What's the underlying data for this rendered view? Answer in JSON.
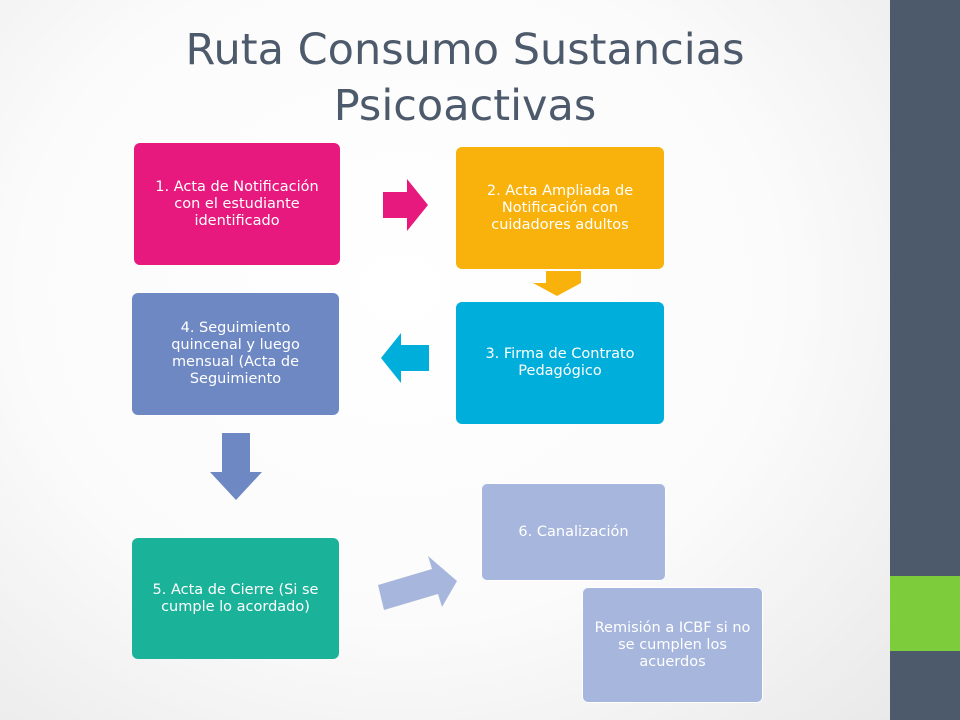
{
  "slide": {
    "title_line1": "Ruta Consumo Sustancias",
    "title_line2": "Psicoactivas"
  },
  "steps": [
    {
      "id": "acta-notificacion",
      "label": "1. Acta de Notificación con el estudiante identificado",
      "color": "#e8197e"
    },
    {
      "id": "acta-ampliada",
      "label": "2. Acta Ampliada de Notificación con cuidadores adultos",
      "color": "#f9b20b"
    },
    {
      "id": "contrato-pedagogico",
      "label": "3. Firma de Contrato Pedagógico",
      "color": "#00aedb"
    },
    {
      "id": "seguimiento",
      "label": "4. Seguimiento quincenal y luego mensual (Acta de Seguimiento",
      "color": "#6e88c4"
    },
    {
      "id": "acta-cierre",
      "label": "5. Acta de Cierre  (Si se cumple lo acordado)",
      "color": "#1bb29a"
    },
    {
      "id": "canalizacion",
      "label": "6. Canalización",
      "color": "#a7b6dc"
    },
    {
      "id": "remision-icbf",
      "label": "Remisión a ICBF si no se cumplen los acuerdos",
      "color": "#a7b6dc"
    }
  ],
  "theme": {
    "sidebar_color": "#4d5a6b",
    "sidebar_accent": "#7dcc3b",
    "title_color": "#4d5a6b"
  }
}
